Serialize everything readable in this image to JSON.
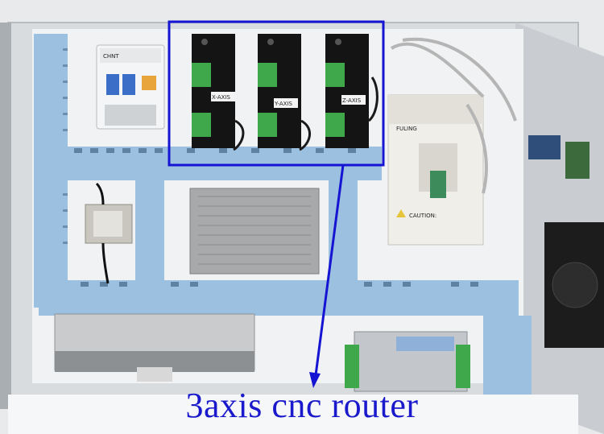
{
  "caption": "3axis cnc router",
  "driver_labels": [
    "X-AXIS",
    "Y-AXIS",
    "Z-AXIS"
  ],
  "vfd_brand": "FULING",
  "vfd_warning": "CAUTION:",
  "breaker_brand": "CHNT",
  "highlight_color": "#1414d2",
  "panel_color": "#9cc0e0"
}
